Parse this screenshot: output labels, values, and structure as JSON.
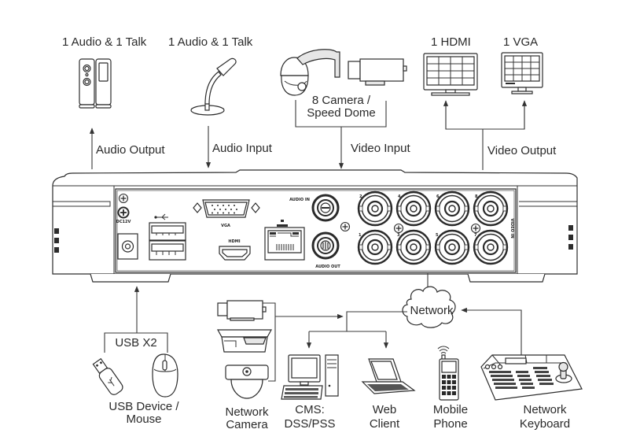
{
  "title": "DVR Rear Panel Connection Diagram",
  "top_devices": {
    "speakers": {
      "label": "1 Audio  & 1 Talk",
      "icon": "speakers-icon"
    },
    "microphone": {
      "label": "1 Audio & 1 Talk",
      "icon": "microphone-icon"
    },
    "cameras": {
      "label_line1": "8 Camera /",
      "label_line2": "Speed Dome",
      "icons": [
        "speed-dome-icon",
        "box-camera-icon"
      ]
    },
    "hdmi_monitor": {
      "label": "1 HDMI",
      "icon": "hdmi-monitor-icon"
    },
    "vga_monitor": {
      "label": "1 VGA",
      "icon": "vga-monitor-icon"
    }
  },
  "connections_top": {
    "audio_output": "Audio  Output",
    "audio_input": "Audio  Input",
    "video_input": "Video Input",
    "video_output": "Video Output"
  },
  "dvr_panel": {
    "power_label": "DC12V",
    "vga_label": "VGA",
    "hdmi_label": "HDMI",
    "audio_in_label": "AUDIO IN",
    "audio_out_label": "AUDIO OUT",
    "video_in_label": "VIDEO IN",
    "bnc_ports": [
      "2",
      "4",
      "6",
      "8",
      "1",
      "3",
      "5",
      "7"
    ]
  },
  "bottom_devices": {
    "usb_bus": "USB X2",
    "usb_device": {
      "label_line1": "USB Device /",
      "label_line2": "Mouse"
    },
    "network_camera": {
      "label_line1": "Network",
      "label_line2": "Camera"
    },
    "network_cloud": "Network",
    "cms": {
      "label_line1": "CMS:",
      "label_line2": "DSS/PSS"
    },
    "web_client": {
      "label_line1": "Web",
      "label_line2": "Client"
    },
    "mobile_phone": {
      "label_line1": "Mobile",
      "label_line2": "Phone"
    },
    "network_keyboard": {
      "label_line1": "Network",
      "label_line2": "Keyboard"
    }
  }
}
